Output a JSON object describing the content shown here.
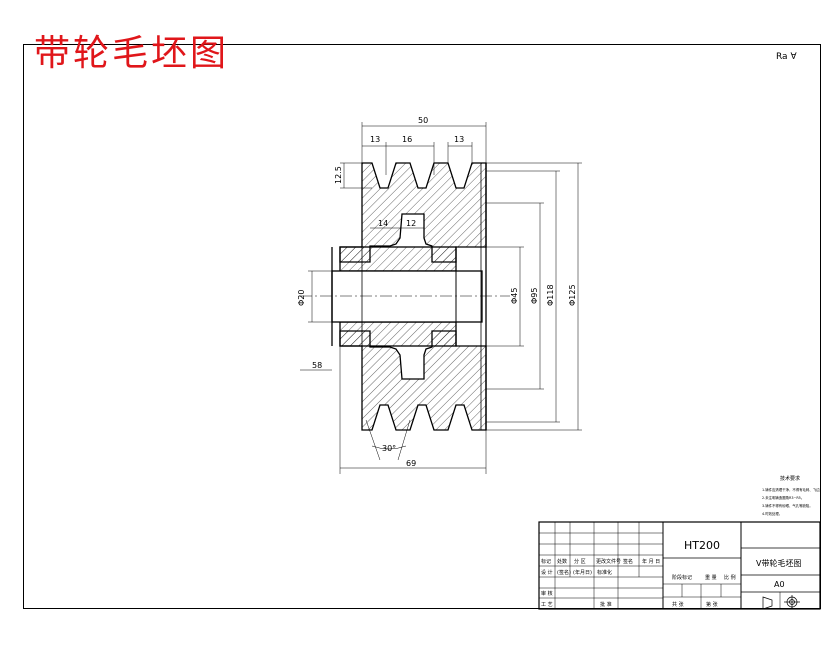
{
  "title": "带轮毛坯图",
  "roughness": "Ra",
  "dimensions": {
    "overall_width_top": "50",
    "groove_13_left": "13",
    "groove_pitch": "16",
    "groove_13_right": "13",
    "groove_depth": "12.5",
    "web_14": "14",
    "web_12": "12",
    "hub_length": "58",
    "groove_angle": "30°",
    "overall_width_bottom": "69",
    "bore_dia": "Φ20",
    "hub_dia": "Φ45",
    "web_dia": "Φ95",
    "inner_rim_dia": "Φ118",
    "outer_dia": "Φ125"
  },
  "title_block": {
    "material": "HT200",
    "drawing_name": "V带轮毛坯图",
    "code": "A0",
    "row_headers": [
      "标记",
      "处数",
      "分 区",
      "更改文件号",
      "签名",
      "年 月 日"
    ],
    "design_row": [
      "设 计",
      "(签名)",
      "(年月日)",
      "标准化"
    ],
    "stage_labels": [
      "阶段标记",
      "重 量",
      "比 例"
    ],
    "review": "审 核",
    "process": "工 艺",
    "approve": "批 准",
    "sheets": [
      "共  张",
      "第  张"
    ]
  },
  "tech_notes": {
    "heading": "技术要求",
    "items": [
      "1.铸件应清理干净，不得有毛刺、飞边。",
      "2.未注明铸造圆角R3~R5。",
      "3.铸件不得有砂眼、气孔等缺陷。",
      "4.时效处理。"
    ]
  }
}
